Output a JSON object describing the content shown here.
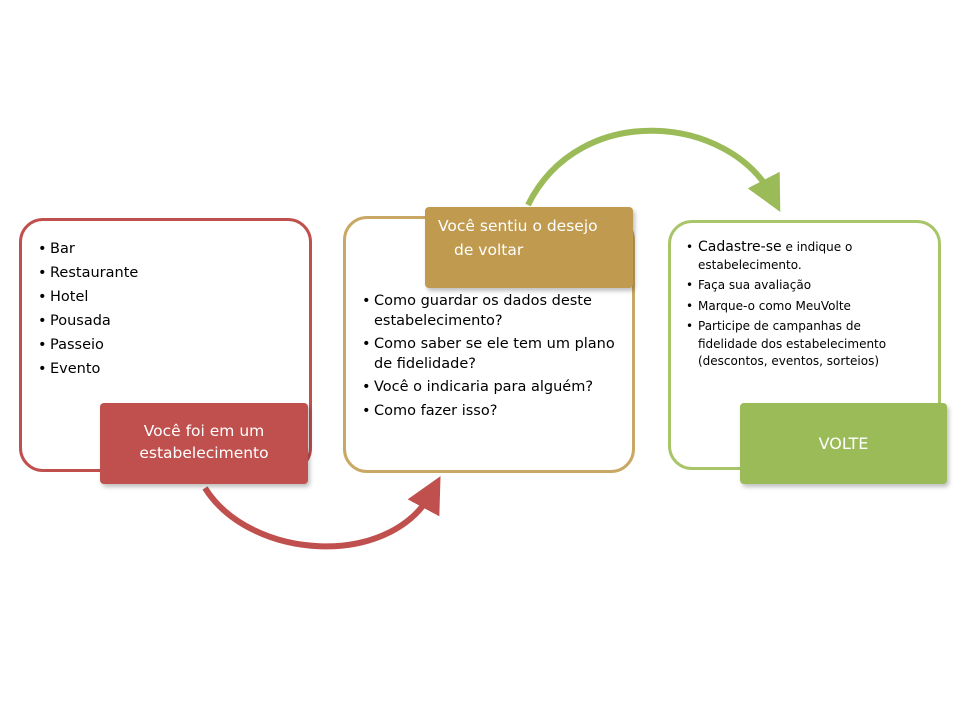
{
  "colors": {
    "red": "#c0504d",
    "gold": "#c09b4f",
    "green": "#9bbb59",
    "red_border": "#c0504d",
    "gold_border": "#c8a864",
    "green_border": "#a8c56a"
  },
  "step1": {
    "items": [
      "Bar",
      "Restaurante",
      "Hotel",
      "Pousada",
      "Passeio",
      "Evento"
    ],
    "label_line1": "Você foi em um",
    "label_line2": "estabelecimento"
  },
  "step2": {
    "label_line1": "Você sentiu o desejo",
    "label_line2": "de voltar",
    "items": [
      "Como guardar os dados deste estabelecimento?",
      "Como saber se ele tem um plano de fidelidade?",
      "Você o indicaria para alguém?",
      "Como fazer isso?"
    ]
  },
  "step3": {
    "item1_strong": "Cadastre-se",
    "item1_rest": " e indique o estabelecimento.",
    "items": [
      "Faça sua avaliação",
      "Marque-o como MeuVolte",
      "Participe de campanhas de fidelidade dos estabelecimento (descontos, eventos, sorteios)"
    ],
    "label": "VOLTE"
  }
}
